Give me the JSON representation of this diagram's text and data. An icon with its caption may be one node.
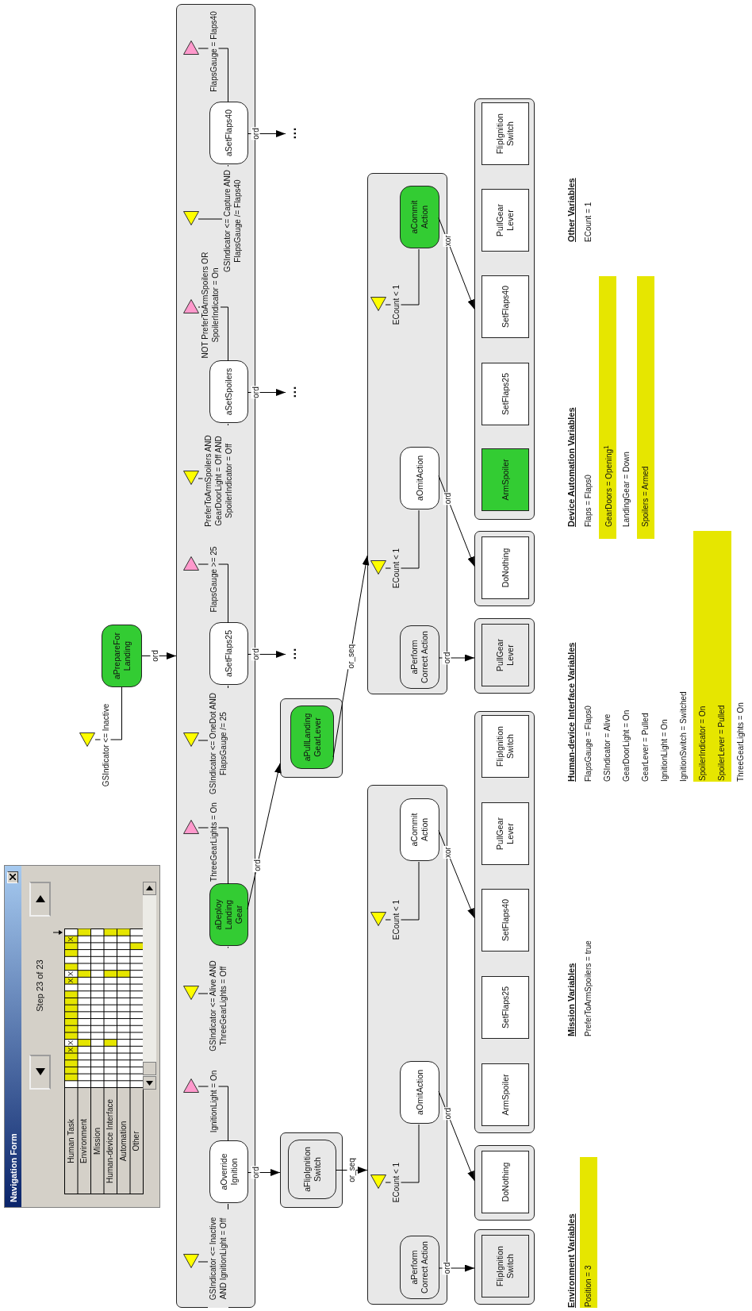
{
  "diagram": {
    "nodes": [
      {
        "text": [],
        "shape": "triangle"
      },
      {
        "text": [
          "aPrepareFor Landing"
        ]
      },
      {
        "text": [],
        "shape": "box"
      },
      {
        "text": [],
        "shape": "triangle",
        "in": 2
      },
      {
        "text": [
          "aOverride Ignition"
        ],
        "in": 2
      },
      {
        "text": [],
        "shape": "triangle",
        "in": 2
      },
      {
        "text": [],
        "shape": "triangle",
        "in": 2
      },
      {
        "text": [
          "aDeploy Landing Gear"
        ],
        "in": 2
      },
      {
        "text": [],
        "shape": "triangle",
        "in": 2
      },
      {
        "text": [],
        "shape": "triangle",
        "in": 2
      },
      {
        "text": [
          "aSetFlaps25"
        ],
        "in": 2
      },
      {
        "text": [],
        "shape": "triangle",
        "in": 2
      },
      {
        "text": [],
        "shape": "triangle",
        "in": 2
      },
      {
        "text": [
          "aSetSpoilers"
        ],
        "in": 2
      },
      {
        "text": [],
        "shape": "triangle",
        "in": 2
      },
      {
        "text": [],
        "shape": "triangle",
        "in": 2
      },
      {
        "text": [
          "aSetFlaps40"
        ],
        "in": 2
      },
      {
        "text": [],
        "shape": "triangle",
        "in": 2
      },
      {
        "text": [
          "…"
        ]
      },
      {
        "text": [
          "…"
        ]
      },
      {
        "text": [
          "…"
        ]
      },
      {
        "text": [],
        "shape": "box"
      },
      {
        "text": [
          "aFlipIgnition Switch"
        ],
        "in": 21
      },
      {
        "text": [],
        "shape": "box"
      },
      {
        "text": [
          "aPullLanding GearLever"
        ],
        "in": 23
      },
      {
        "text": [],
        "shape": "box"
      },
      {
        "text": [
          "aPerform Correct Action"
        ],
        "in": 25
      },
      {
        "text": [],
        "shape": "triangle",
        "in": 25
      },
      {
        "text": [
          "aOmitAction"
        ],
        "in": 25
      },
      {
        "text": [],
        "shape": "triangle",
        "in": 25
      },
      {
        "text": [
          "aCommit Action"
        ],
        "in": 25
      },
      {
        "text": [],
        "shape": "box"
      },
      {
        "text": [
          "aPerform Correct Action"
        ],
        "in": 31
      },
      {
        "text": [],
        "shape": "triangle",
        "in": 31
      },
      {
        "text": [
          "aOmitAction"
        ],
        "in": 31
      },
      {
        "text": [],
        "shape": "triangle",
        "in": 31
      },
      {
        "text": [
          "aCommit Action"
        ],
        "in": 31
      },
      {
        "text": [],
        "shape": "box"
      },
      {
        "text": [
          "FlipIgnition Switch"
        ],
        "in": 37
      },
      {
        "text": [],
        "shape": "box"
      },
      {
        "text": [
          "DoNothing"
        ],
        "in": 39
      },
      {
        "text": [],
        "shape": "box"
      },
      {
        "text": [
          "ArmSpoiler"
        ],
        "in": 41
      },
      {
        "text": [
          "SetFlaps25"
        ],
        "in": 41
      },
      {
        "text": [
          "SetFlaps40"
        ],
        "in": 41
      },
      {
        "text": [
          "PullGear Lever"
        ],
        "in": 41
      },
      {
        "text": [
          "FlipIgnition Switch"
        ],
        "in": 41
      },
      {
        "text": [],
        "shape": "box"
      },
      {
        "text": [
          "PullGear Lever"
        ],
        "in": 47
      },
      {
        "text": [],
        "shape": "box"
      },
      {
        "text": [
          "DoNothing"
        ],
        "in": 49
      },
      {
        "text": [],
        "shape": "box"
      },
      {
        "text": [
          "ArmSpoiler"
        ],
        "in": 51
      },
      {
        "text": [
          "SetFlaps25"
        ],
        "in": 51
      },
      {
        "text": [
          "SetFlaps40"
        ],
        "in": 51
      },
      {
        "text": [
          "PullGear Lever"
        ],
        "in": 51
      },
      {
        "text": [
          "FlipIgnition Switch"
        ],
        "in": 51
      },
      {
        "text": [
          "Position = 3"
        ]
      },
      {
        "text": [
          "SpoilerIndicator = On",
          "SpoilerLever = Pulled"
        ]
      },
      {
        "text": [
          "GearDoors = Opening$^{1}$"
        ]
      },
      {
        "text": [
          "Spoilers = Armed"
        ]
      }
    ],
    "edges": [
      {
        "from": 0,
        "to": 1,
        "arrow": "none",
        "label": "GSIndicator <= Inactive"
      },
      {
        "from": 1,
        "to": 2,
        "arrow": "to",
        "label": "ord"
      },
      {
        "from": 3,
        "to": 4,
        "arrow": "none",
        "label": "GSIndicator <= Inactive AND IgnitionLight = Off"
      },
      {
        "from": 5,
        "to": 4,
        "arrow": "none",
        "label": "IgnitionLight = On"
      },
      {
        "from": 6,
        "to": 7,
        "arrow": "none",
        "label": "GSIndicator <= Alive AND ThreeGearLights = Off"
      },
      {
        "from": 8,
        "to": 7,
        "arrow": "none",
        "label": "ThreeGearLights = On"
      },
      {
        "from": 9,
        "to": 10,
        "arrow": "none",
        "label": "GSIndicator <= OneDot AND FlapsGauge /= 25"
      },
      {
        "from": 11,
        "to": 10,
        "arrow": "none",
        "label": "FlapsGauge >= 25"
      },
      {
        "from": 12,
        "to": 13,
        "arrow": "none",
        "label": "PreferToArmSpoilers AND GearDoorLight = Off AND SpoilerIndicator = Off"
      },
      {
        "from": 14,
        "to": 13,
        "arrow": "none",
        "label": "NOT PreferToArmSpoilers OR SpoilerIndicator = On"
      },
      {
        "from": 15,
        "to": 16,
        "arrow": "none",
        "label": "GSIndicator <= Capture AND FlapsGauge /= Flaps40"
      },
      {
        "from": 17,
        "to": 16,
        "arrow": "none",
        "label": "FlapsGauge = Flaps40"
      },
      {
        "from": 4,
        "to": 21,
        "arrow": "to",
        "label": "ord"
      },
      {
        "from": 22,
        "to": 25,
        "arrow": "to",
        "label": "or_seq"
      },
      {
        "from": 7,
        "to": 23,
        "arrow": "to",
        "label": "ord"
      },
      {
        "from": 24,
        "to": 31,
        "arrow": "to",
        "label": "or_seq"
      },
      {
        "from": 10,
        "to": 18,
        "arrow": "to",
        "label": "ord"
      },
      {
        "from": 13,
        "to": 19,
        "arrow": "to",
        "label": "ord"
      },
      {
        "from": 16,
        "to": 20,
        "arrow": "to",
        "label": "ord"
      },
      {
        "from": 29,
        "to": 28,
        "arrow": "none",
        "label": "ECount < 1"
      },
      {
        "from": 27,
        "to": 30,
        "arrow": "none",
        "label": "ECount < 1"
      },
      {
        "from": 26,
        "to": 37,
        "arrow": "to",
        "label": "ord"
      },
      {
        "from": 28,
        "to": 39,
        "arrow": "to",
        "label": "ord"
      },
      {
        "from": 30,
        "to": 41,
        "arrow": "to",
        "label": "xor"
      },
      {
        "from": 35,
        "to": 34,
        "arrow": "none",
        "label": "ECount < 1"
      },
      {
        "from": 33,
        "to": 36,
        "arrow": "none",
        "label": "ECount < 1"
      },
      {
        "from": 32,
        "to": 47,
        "arrow": "to",
        "label": "ord"
      },
      {
        "from": 34,
        "to": 49,
        "arrow": "to",
        "label": "ord"
      },
      {
        "from": 36,
        "to": 51,
        "arrow": "to",
        "label": "xor"
      }
    ],
    "labels": [
      "Navigation Form",
      "Step 23 of 23",
      "Human Task",
      "X",
      "X",
      "X",
      "X",
      "X",
      "Environment",
      "Mission",
      "Human-device Interface",
      "Automation",
      "Other",
      "Environment Variables",
      "Mission Variables",
      "PreferToArmSpoilers = true",
      "Human-device Interface Variables",
      "FlapsGauge = Flaps0",
      "GSIndicator = Alive",
      "GearDoorLight = On",
      "GearLever = Pulled",
      "IgnitionLight = On",
      "IgnitionSwitch = Switched",
      "ThreeGearLights = On",
      "Device Automation Variables",
      "Flaps = Flaps0",
      "LandingGear = Down",
      "Other Variables",
      "ECount = 1"
    ]
  }
}
